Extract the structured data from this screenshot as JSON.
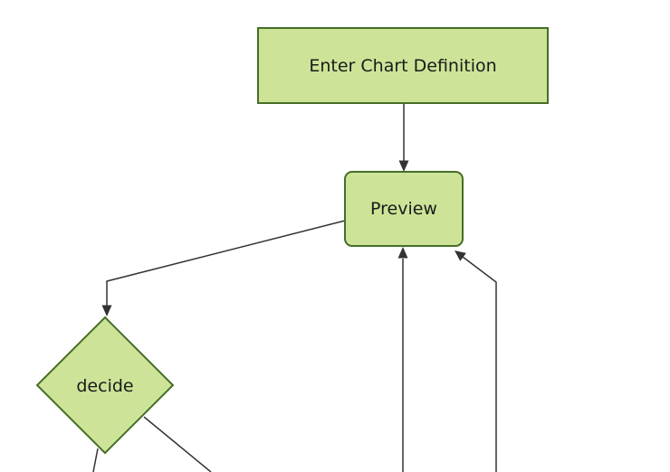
{
  "diagram": {
    "type": "flowchart",
    "background_color": "#ffffff",
    "node_fill_color": "#cde498",
    "node_border_color": "#466e28",
    "edge_color": "#333333",
    "label_color": "#1a1a1a",
    "nodes": [
      {
        "id": "enter-chart-definition",
        "label": "Enter Chart Definition",
        "shape": "rectangle"
      },
      {
        "id": "preview",
        "label": "Preview",
        "shape": "rounded-rectangle"
      },
      {
        "id": "decide",
        "label": "decide",
        "shape": "diamond"
      }
    ],
    "edges": [
      {
        "from": "Enter Chart Definition",
        "to": "Preview",
        "arrowhead": "true"
      },
      {
        "from": "Preview",
        "to": "decide",
        "arrowhead": "true"
      },
      {
        "from": "offscreen-bottom-left",
        "to": "Preview",
        "arrowhead": "true"
      },
      {
        "from": "offscreen-bottom-right",
        "to": "Preview",
        "arrowhead": "true"
      },
      {
        "from": "decide",
        "to": "offscreen-bottom",
        "arrowhead": "false"
      },
      {
        "from": "decide",
        "to": "offscreen-bottom",
        "arrowhead": "false"
      }
    ]
  }
}
